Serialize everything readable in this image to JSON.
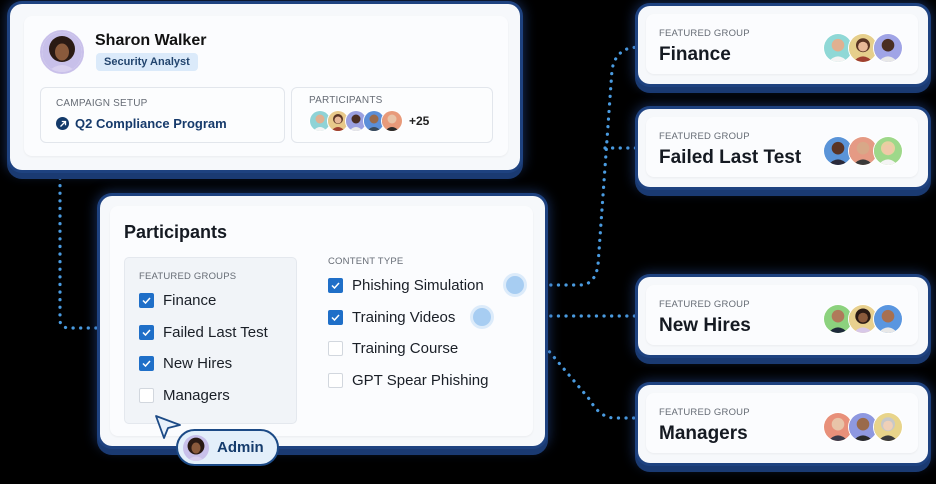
{
  "profile": {
    "name": "Sharon Walker",
    "role": "Security Analyst",
    "campaign_setup_label": "CAMPAIGN SETUP",
    "campaign_name": "Q2 Compliance Program",
    "participants_label": "PARTICIPANTS",
    "participants_more": "+25",
    "participant_avatar_colors": [
      "#8fd3d6",
      "#e8c98a",
      "#9aa0e0",
      "#5b8fd8",
      "#e89a7a"
    ]
  },
  "participants_panel": {
    "title": "Participants",
    "featured_groups_label": "FEATURED GROUPS",
    "featured_groups": [
      {
        "label": "Finance",
        "checked": true
      },
      {
        "label": "Failed Last Test",
        "checked": true
      },
      {
        "label": "New Hires",
        "checked": true
      },
      {
        "label": "Managers",
        "checked": false
      }
    ],
    "content_type_label": "CONTENT TYPE",
    "content_types": [
      {
        "label": "Phishing Simulation",
        "checked": true
      },
      {
        "label": "Training Videos",
        "checked": true
      },
      {
        "label": "Training Course",
        "checked": false
      },
      {
        "label": "GPT Spear Phishing",
        "checked": false
      }
    ]
  },
  "admin_badge": {
    "label": "Admin"
  },
  "group_cards": [
    {
      "label": "FEATURED GROUP",
      "title": "Finance",
      "avatar_colors": [
        "#8fd8d6",
        "#e6cf8c",
        "#a0a4e6"
      ]
    },
    {
      "label": "FEATURED GROUP",
      "title": "Failed Last Test",
      "avatar_colors": [
        "#5a94d8",
        "#e59a84",
        "#9ed88a"
      ]
    },
    {
      "label": "FEATURED GROUP",
      "title": "New Hires",
      "avatar_colors": [
        "#8cd27e",
        "#e8d08e",
        "#5a96e0"
      ]
    },
    {
      "label": "FEATURED GROUP",
      "title": "Managers",
      "avatar_colors": [
        "#e8907a",
        "#8e98e0",
        "#e8d48a"
      ]
    }
  ],
  "colors": {
    "accent": "#1f6fc8",
    "navy": "#153c6d",
    "connector": "#4a9be0",
    "background": "#000000"
  }
}
